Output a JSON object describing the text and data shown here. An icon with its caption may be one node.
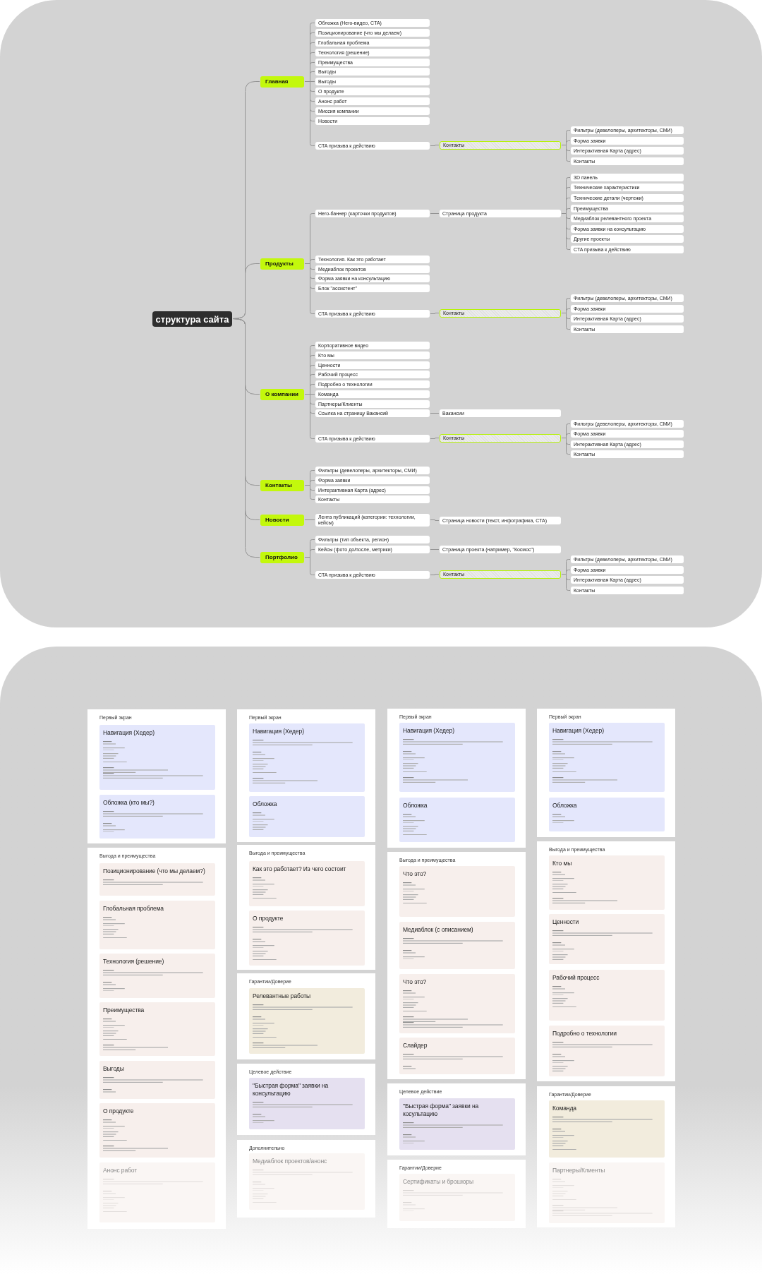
{
  "diagram": {
    "nodes": [
      {
        "text": [
          "структура сайта"
        ]
      },
      {
        "text": [
          "Главная"
        ]
      },
      {
        "text": [
          "Обложка (Hero-видео, CTA)"
        ]
      },
      {
        "text": [
          "Позиционирование (что мы делаем)"
        ]
      },
      {
        "text": [
          "Глобальная проблема"
        ]
      },
      {
        "text": [
          "Технология (решение)"
        ]
      },
      {
        "text": [
          "Преимущества"
        ]
      },
      {
        "text": [
          "Выгоды"
        ]
      },
      {
        "text": [
          "Выгоды"
        ]
      },
      {
        "text": [
          "О продукте"
        ]
      },
      {
        "text": [
          "Анонс работ"
        ]
      },
      {
        "text": [
          "Миссия компании"
        ]
      },
      {
        "text": [
          "Новости"
        ]
      },
      {
        "text": [
          "CTA призыва к действию"
        ]
      },
      {
        "text": [
          "Контакты"
        ]
      },
      {
        "text": [
          "Фильтры (девелоперы, архитекторы, СМИ)"
        ]
      },
      {
        "text": [
          "Форма заявки"
        ]
      },
      {
        "text": [
          "Интерактивная Карта (адрес)"
        ]
      },
      {
        "text": [
          "Контакты"
        ]
      },
      {
        "text": [
          "Продукты"
        ]
      },
      {
        "text": [
          "Hero-баннер (карточки продуктов)"
        ]
      },
      {
        "text": [
          "Страница продукта"
        ]
      },
      {
        "text": [
          "3D панель"
        ]
      },
      {
        "text": [
          "Технические характеристики"
        ]
      },
      {
        "text": [
          "Технические детали (чертежи)"
        ]
      },
      {
        "text": [
          "Преимущества"
        ]
      },
      {
        "text": [
          "Медиаблок релевантного проекта"
        ]
      },
      {
        "text": [
          "Форма заявки на консультацию"
        ]
      },
      {
        "text": [
          "Другие проекты"
        ]
      },
      {
        "text": [
          "CTA призыва к действию"
        ]
      },
      {
        "text": [
          "Технология. Как это работает"
        ]
      },
      {
        "text": [
          "Медиаблок проектов"
        ]
      },
      {
        "text": [
          "Форма заявки на консультацию"
        ]
      },
      {
        "text": [
          "Блок \"ассистент\""
        ]
      },
      {
        "text": [
          "CTA призыва к действию"
        ]
      },
      {
        "text": [
          "Контакты"
        ]
      },
      {
        "text": [
          "Фильтры (девелоперы, архитекторы, СМИ)"
        ]
      },
      {
        "text": [
          "Форма заявки"
        ]
      },
      {
        "text": [
          "Интерактивная Карта (адрес)"
        ]
      },
      {
        "text": [
          "Контакты"
        ]
      },
      {
        "text": [
          "О компании"
        ]
      },
      {
        "text": [
          "Корпоративное видео"
        ]
      },
      {
        "text": [
          "Кто мы"
        ]
      },
      {
        "text": [
          "Ценности"
        ]
      },
      {
        "text": [
          "Рабочий процесс"
        ]
      },
      {
        "text": [
          "Подробно о технологии"
        ]
      },
      {
        "text": [
          "Команда"
        ]
      },
      {
        "text": [
          "Партнеры/Клиенты"
        ]
      },
      {
        "text": [
          "Ссылка на страницу Вакансий"
        ]
      },
      {
        "text": [
          "Вакансии"
        ]
      },
      {
        "text": [
          "CTA призыва к действию"
        ]
      },
      {
        "text": [
          "Контакты"
        ]
      },
      {
        "text": [
          "Фильтры (девелоперы, архитекторы, СМИ)"
        ]
      },
      {
        "text": [
          "Форма заявки"
        ]
      },
      {
        "text": [
          "Интерактивная Карта (адрес)"
        ]
      },
      {
        "text": [
          "Контакты"
        ]
      },
      {
        "text": [
          "Контакты"
        ]
      },
      {
        "text": [
          "Фильтры (девелоперы, архитекторы, СМИ)"
        ]
      },
      {
        "text": [
          "Форма заявки"
        ]
      },
      {
        "text": [
          "Интерактивная Карта (адрес)"
        ]
      },
      {
        "text": [
          "Контакты"
        ]
      },
      {
        "text": [
          "Новости"
        ]
      },
      {
        "text": [
          "Лента публикаций (категории: технологии, кейсы)"
        ]
      },
      {
        "text": [
          "Страница новости (текст, инфографика, CTA)"
        ]
      },
      {
        "text": [
          "Портфолио"
        ]
      },
      {
        "text": [
          "Фильтры (тип объекта, регион)"
        ]
      },
      {
        "text": [
          "Кейсы (фото до/после, метрики)"
        ]
      },
      {
        "text": [
          "Страница проекта (например, \"Космос\")"
        ]
      },
      {
        "text": [
          "CTA призыва к действию"
        ]
      },
      {
        "text": [
          "Контакты"
        ]
      },
      {
        "text": [
          "Фильтры (девелоперы, архитекторы, СМИ)"
        ]
      },
      {
        "text": [
          "Форма заявки"
        ]
      },
      {
        "text": [
          "Интерактивная Карта (адрес)"
        ]
      },
      {
        "text": [
          "Контакты"
        ]
      },
      {
        "text": [
          "Первый экран"
        ]
      },
      {
        "text": [
          "Навигация (Хедер)"
        ],
        "in": 74
      },
      {
        "text": [
          "Обложка (кто мы?)"
        ],
        "in": 74
      },
      {
        "text": [
          "Выгода и преимущества"
        ]
      },
      {
        "text": [
          "Позиционирование (что мы делаем?)"
        ],
        "in": 77
      },
      {
        "text": [
          "Глобальная проблема"
        ],
        "in": 77
      },
      {
        "text": [
          "Технология (решение)"
        ],
        "in": 77
      },
      {
        "text": [
          "Преимущества"
        ],
        "in": 77
      },
      {
        "text": [
          "Выгоды"
        ],
        "in": 77
      },
      {
        "text": [
          "О продукте"
        ],
        "in": 77
      },
      {
        "text": [
          "Анонс работ"
        ],
        "in": 77
      },
      {
        "text": [
          "Первый экран"
        ]
      },
      {
        "text": [
          "Навигация (Хедер)"
        ],
        "in": 85
      },
      {
        "text": [
          "Обложка"
        ],
        "in": 85
      },
      {
        "text": [
          "Выгода и преимущества"
        ]
      },
      {
        "text": [
          "Как это работает? Из чего состоит"
        ],
        "in": 88
      },
      {
        "text": [
          "О продукте"
        ],
        "in": 88
      },
      {
        "text": [
          "Гарантии/Доверие"
        ]
      },
      {
        "text": [
          "Релевантные работы"
        ],
        "in": 91
      },
      {
        "text": [
          "Целевое действие"
        ]
      },
      {
        "text": [
          "\"Быстрая форма\" заявки на консультацию"
        ],
        "in": 93
      },
      {
        "text": [
          "Дополнительно"
        ]
      },
      {
        "text": [
          "Медиаблок проектов/анонс"
        ],
        "in": 95
      },
      {
        "text": [
          "Первый экран"
        ]
      },
      {
        "text": [
          "Навигация (Хедер)"
        ],
        "in": 97
      },
      {
        "text": [
          "Обложка"
        ],
        "in": 97
      },
      {
        "text": [
          "Выгода и преимущества"
        ]
      },
      {
        "text": [
          "Что это?"
        ],
        "in": 100
      },
      {
        "text": [
          "Медиаблок (с описанием)"
        ],
        "in": 100
      },
      {
        "text": [
          "Что это?"
        ],
        "in": 100
      },
      {
        "text": [
          "Слайдер"
        ],
        "in": 100
      },
      {
        "text": [
          "Целевое действие"
        ]
      },
      {
        "text": [
          "\"Быстрая форма\" заявки на косультацию"
        ],
        "in": 105
      },
      {
        "text": [
          "Гарантии/Доверие"
        ]
      },
      {
        "text": [
          "Сертификаты и брошюры"
        ],
        "in": 107
      },
      {
        "text": [
          "Первый экран"
        ]
      },
      {
        "text": [
          "Навигация (Хедер)"
        ],
        "in": 109
      },
      {
        "text": [
          "Обложка"
        ],
        "in": 109
      },
      {
        "text": [
          "Выгода и преимущества"
        ]
      },
      {
        "text": [
          "Кто мы"
        ],
        "in": 112
      },
      {
        "text": [
          "Ценности"
        ],
        "in": 112
      },
      {
        "text": [
          "Рабочий процесс"
        ],
        "in": 112
      },
      {
        "text": [
          "Подробно о технологии"
        ],
        "in": 112
      },
      {
        "text": [
          "Гарантии/Доверие"
        ]
      },
      {
        "text": [
          "Команда"
        ],
        "in": 117
      },
      {
        "text": [
          "Партнеры/Клиенты"
        ],
        "in": 117
      }
    ],
    "edges": [
      {
        "from": 0,
        "to": 1,
        "arrow": "none"
      },
      {
        "from": 0,
        "to": 19,
        "arrow": "none"
      },
      {
        "from": 0,
        "to": 40,
        "arrow": "none"
      },
      {
        "from": 0,
        "to": 56,
        "arrow": "none"
      },
      {
        "from": 0,
        "to": 61,
        "arrow": "none"
      },
      {
        "from": 0,
        "to": 64,
        "arrow": "none"
      },
      {
        "from": 1,
        "to": 2,
        "arrow": "none"
      },
      {
        "from": 1,
        "to": 3,
        "arrow": "none"
      },
      {
        "from": 1,
        "to": 4,
        "arrow": "none"
      },
      {
        "from": 1,
        "to": 5,
        "arrow": "none"
      },
      {
        "from": 1,
        "to": 6,
        "arrow": "none"
      },
      {
        "from": 1,
        "to": 7,
        "arrow": "none"
      },
      {
        "from": 1,
        "to": 8,
        "arrow": "none"
      },
      {
        "from": 1,
        "to": 9,
        "arrow": "none"
      },
      {
        "from": 1,
        "to": 10,
        "arrow": "none"
      },
      {
        "from": 1,
        "to": 11,
        "arrow": "none"
      },
      {
        "from": 1,
        "to": 12,
        "arrow": "none"
      },
      {
        "from": 1,
        "to": 13,
        "arrow": "none"
      },
      {
        "from": 13,
        "to": 14,
        "arrow": "none"
      },
      {
        "from": 14,
        "to": 15,
        "arrow": "none"
      },
      {
        "from": 14,
        "to": 16,
        "arrow": "none"
      },
      {
        "from": 14,
        "to": 17,
        "arrow": "none"
      },
      {
        "from": 14,
        "to": 18,
        "arrow": "none"
      },
      {
        "from": 19,
        "to": 20,
        "arrow": "none"
      },
      {
        "from": 19,
        "to": 30,
        "arrow": "none"
      },
      {
        "from": 19,
        "to": 31,
        "arrow": "none"
      },
      {
        "from": 19,
        "to": 32,
        "arrow": "none"
      },
      {
        "from": 19,
        "to": 33,
        "arrow": "none"
      },
      {
        "from": 19,
        "to": 34,
        "arrow": "none"
      },
      {
        "from": 20,
        "to": 21,
        "arrow": "none"
      },
      {
        "from": 21,
        "to": 22,
        "arrow": "none"
      },
      {
        "from": 21,
        "to": 23,
        "arrow": "none"
      },
      {
        "from": 21,
        "to": 24,
        "arrow": "none"
      },
      {
        "from": 21,
        "to": 25,
        "arrow": "none"
      },
      {
        "from": 21,
        "to": 26,
        "arrow": "none"
      },
      {
        "from": 21,
        "to": 27,
        "arrow": "none"
      },
      {
        "from": 21,
        "to": 28,
        "arrow": "none"
      },
      {
        "from": 21,
        "to": 29,
        "arrow": "none"
      },
      {
        "from": 34,
        "to": 35,
        "arrow": "none"
      },
      {
        "from": 35,
        "to": 36,
        "arrow": "none"
      },
      {
        "from": 35,
        "to": 37,
        "arrow": "none"
      },
      {
        "from": 35,
        "to": 38,
        "arrow": "none"
      },
      {
        "from": 35,
        "to": 39,
        "arrow": "none"
      },
      {
        "from": 40,
        "to": 41,
        "arrow": "none"
      },
      {
        "from": 40,
        "to": 42,
        "arrow": "none"
      },
      {
        "from": 40,
        "to": 43,
        "arrow": "none"
      },
      {
        "from": 40,
        "to": 44,
        "arrow": "none"
      },
      {
        "from": 40,
        "to": 45,
        "arrow": "none"
      },
      {
        "from": 40,
        "to": 46,
        "arrow": "none"
      },
      {
        "from": 40,
        "to": 47,
        "arrow": "none"
      },
      {
        "from": 40,
        "to": 48,
        "arrow": "none"
      },
      {
        "from": 40,
        "to": 50,
        "arrow": "none"
      },
      {
        "from": 48,
        "to": 49,
        "arrow": "none"
      },
      {
        "from": 50,
        "to": 51,
        "arrow": "none"
      },
      {
        "from": 51,
        "to": 52,
        "arrow": "none"
      },
      {
        "from": 51,
        "to": 53,
        "arrow": "none"
      },
      {
        "from": 51,
        "to": 54,
        "arrow": "none"
      },
      {
        "from": 51,
        "to": 55,
        "arrow": "none"
      },
      {
        "from": 56,
        "to": 57,
        "arrow": "none"
      },
      {
        "from": 56,
        "to": 58,
        "arrow": "none"
      },
      {
        "from": 56,
        "to": 59,
        "arrow": "none"
      },
      {
        "from": 56,
        "to": 60,
        "arrow": "none"
      },
      {
        "from": 61,
        "to": 62,
        "arrow": "none"
      },
      {
        "from": 62,
        "to": 63,
        "arrow": "none"
      },
      {
        "from": 64,
        "to": 65,
        "arrow": "none"
      },
      {
        "from": 64,
        "to": 66,
        "arrow": "none"
      },
      {
        "from": 64,
        "to": 68,
        "arrow": "none"
      },
      {
        "from": 66,
        "to": 67,
        "arrow": "none"
      },
      {
        "from": 68,
        "to": 69,
        "arrow": "none"
      },
      {
        "from": 69,
        "to": 70,
        "arrow": "none"
      },
      {
        "from": 69,
        "to": 71,
        "arrow": "none"
      },
      {
        "from": 69,
        "to": 72,
        "arrow": "none"
      },
      {
        "from": 69,
        "to": 73,
        "arrow": "none"
      }
    ]
  }
}
